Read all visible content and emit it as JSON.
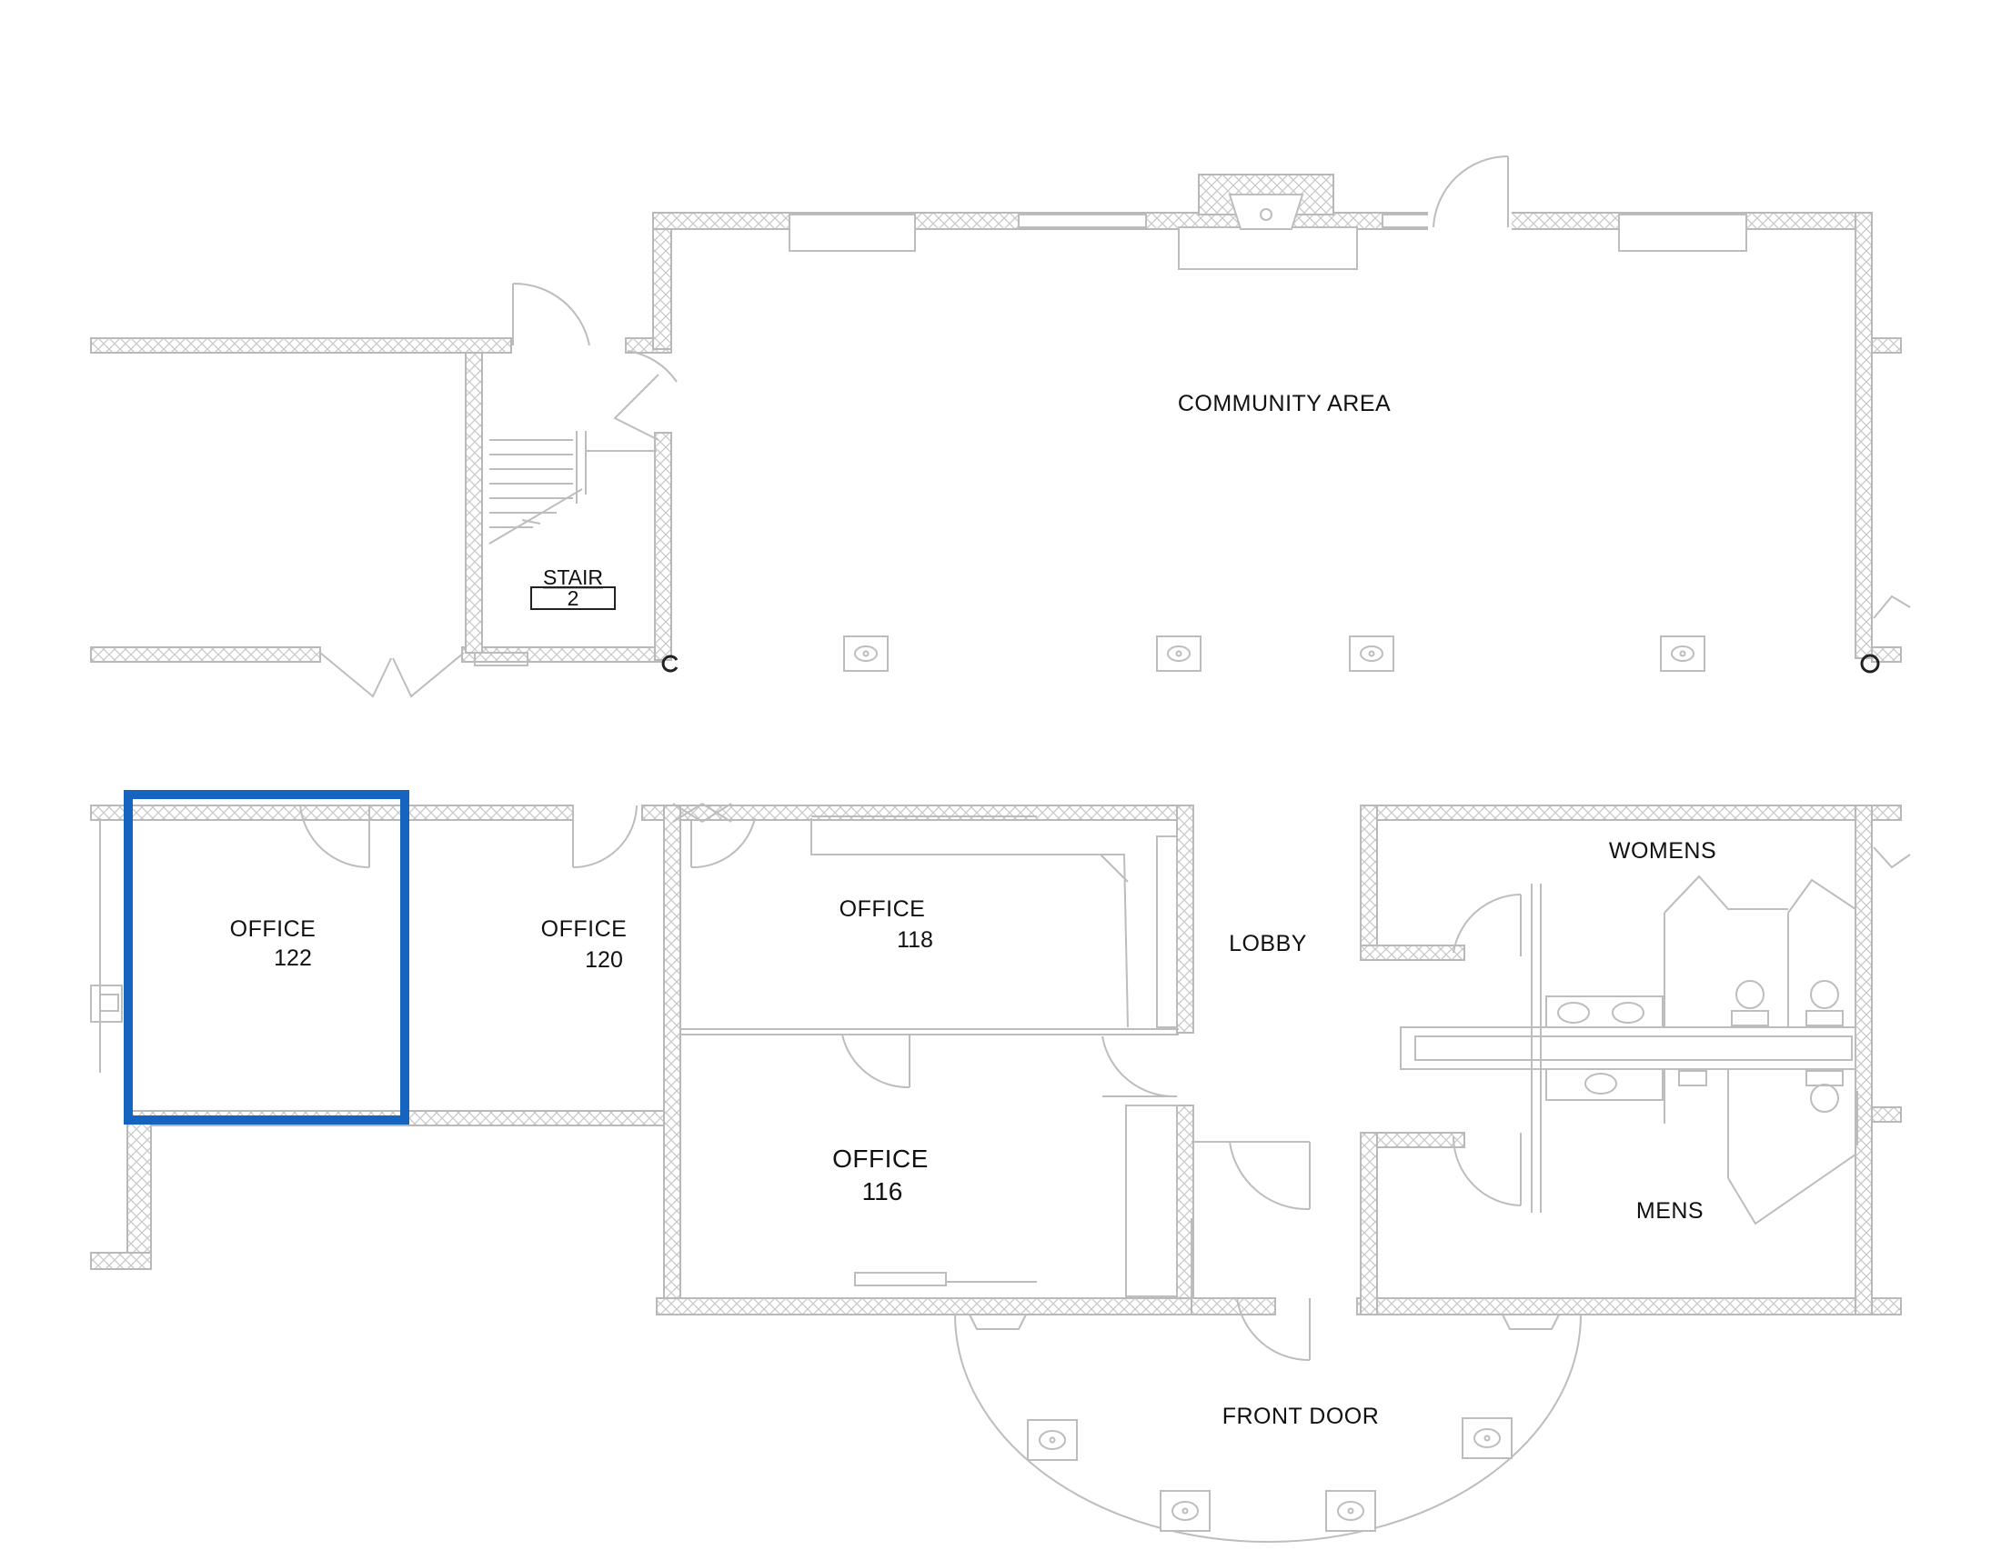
{
  "floor_plan": {
    "rooms": {
      "community_area": {
        "label": "COMMUNITY AREA"
      },
      "stair_2": {
        "label": "STAIR",
        "number": "2"
      },
      "office_122": {
        "label": "OFFICE",
        "number": "122",
        "highlighted": true
      },
      "office_120": {
        "label": "OFFICE",
        "number": "120"
      },
      "office_118": {
        "label": "OFFICE",
        "number": "118"
      },
      "office_116": {
        "label": "OFFICE",
        "number": "116"
      },
      "lobby": {
        "label": "LOBBY"
      },
      "womens": {
        "label": "WOMENS"
      },
      "mens": {
        "label": "MENS"
      },
      "front_door": {
        "label": "FRONT DOOR"
      }
    },
    "colors": {
      "wall": "#b9b9b9",
      "wall_hatch": "#cfcfcf",
      "line": "#c4c4c4",
      "highlight": "#1565c0",
      "text": "#111111"
    }
  }
}
